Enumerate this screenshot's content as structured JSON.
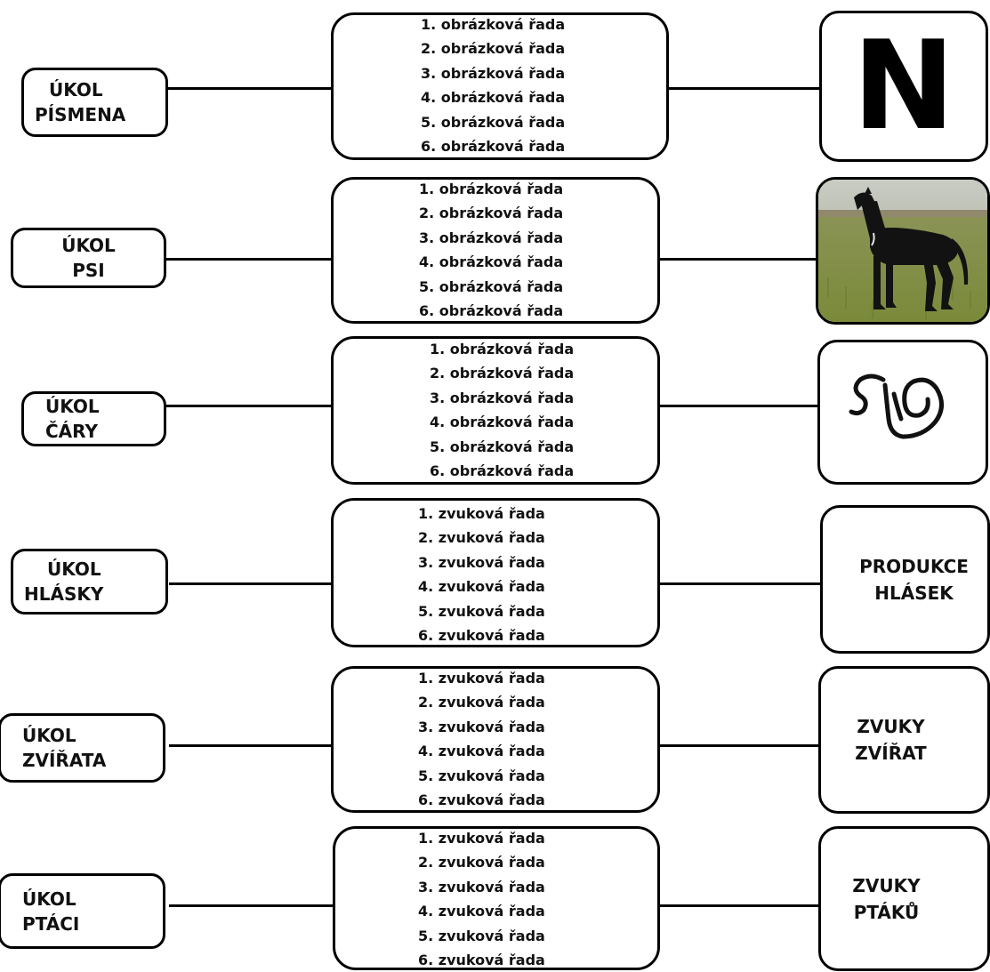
{
  "rows": [
    {
      "task": [
        "ÚKOL",
        "PÍSMENA"
      ],
      "series": [
        "1. obrázková řada",
        "2. obrázková řada",
        "3. obrázková řada",
        "4. obrázková řada",
        "5. obrázková řada",
        "6. obrázková řada"
      ],
      "result": {
        "type": "letter",
        "text": "N"
      }
    },
    {
      "task": [
        "ÚKOL",
        "PSI"
      ],
      "series": [
        "1. obrázková řada",
        "2. obrázková řada",
        "3. obrázková řada",
        "4. obrázková řada",
        "5. obrázková řada",
        "6. obrázková řada"
      ],
      "result": {
        "type": "image",
        "icon": "dog-photo"
      }
    },
    {
      "task": [
        "ÚKOL",
        "ČÁRY"
      ],
      "series": [
        "1. obrázková řada",
        "2. obrázková řada",
        "3. obrázková řada",
        "4. obrázková řada",
        "5. obrázková řada",
        "6. obrázková řada"
      ],
      "result": {
        "type": "image",
        "icon": "squiggle-line-drawing"
      }
    },
    {
      "task": [
        "ÚKOL",
        "HLÁSKY"
      ],
      "series": [
        "1. zvuková řada",
        "2. zvuková řada",
        "3. zvuková řada",
        "4. zvuková řada",
        "5. zvuková řada",
        "6. zvuková řada"
      ],
      "result": {
        "type": "text",
        "lines": [
          "PRODUKCE",
          "HLÁSEK"
        ]
      }
    },
    {
      "task": [
        "ÚKOL",
        "ZVÍŘATA"
      ],
      "series": [
        "1. zvuková řada",
        "2. zvuková řada",
        "3. zvuková řada",
        "4. zvuková řada",
        "5. zvuková řada",
        "6. zvuková řada"
      ],
      "result": {
        "type": "text",
        "lines": [
          "ZVUKY",
          "ZVÍŘAT"
        ]
      }
    },
    {
      "task": [
        "ÚKOL",
        "PTÁCI"
      ],
      "series": [
        "1. zvuková řada",
        "2. zvuková řada",
        "3. zvuková řada",
        "4. zvuková řada",
        "5. zvuková řada",
        "6. zvuková řada"
      ],
      "result": {
        "type": "text",
        "lines": [
          "ZVUKY",
          "PTÁKŮ"
        ]
      }
    }
  ]
}
